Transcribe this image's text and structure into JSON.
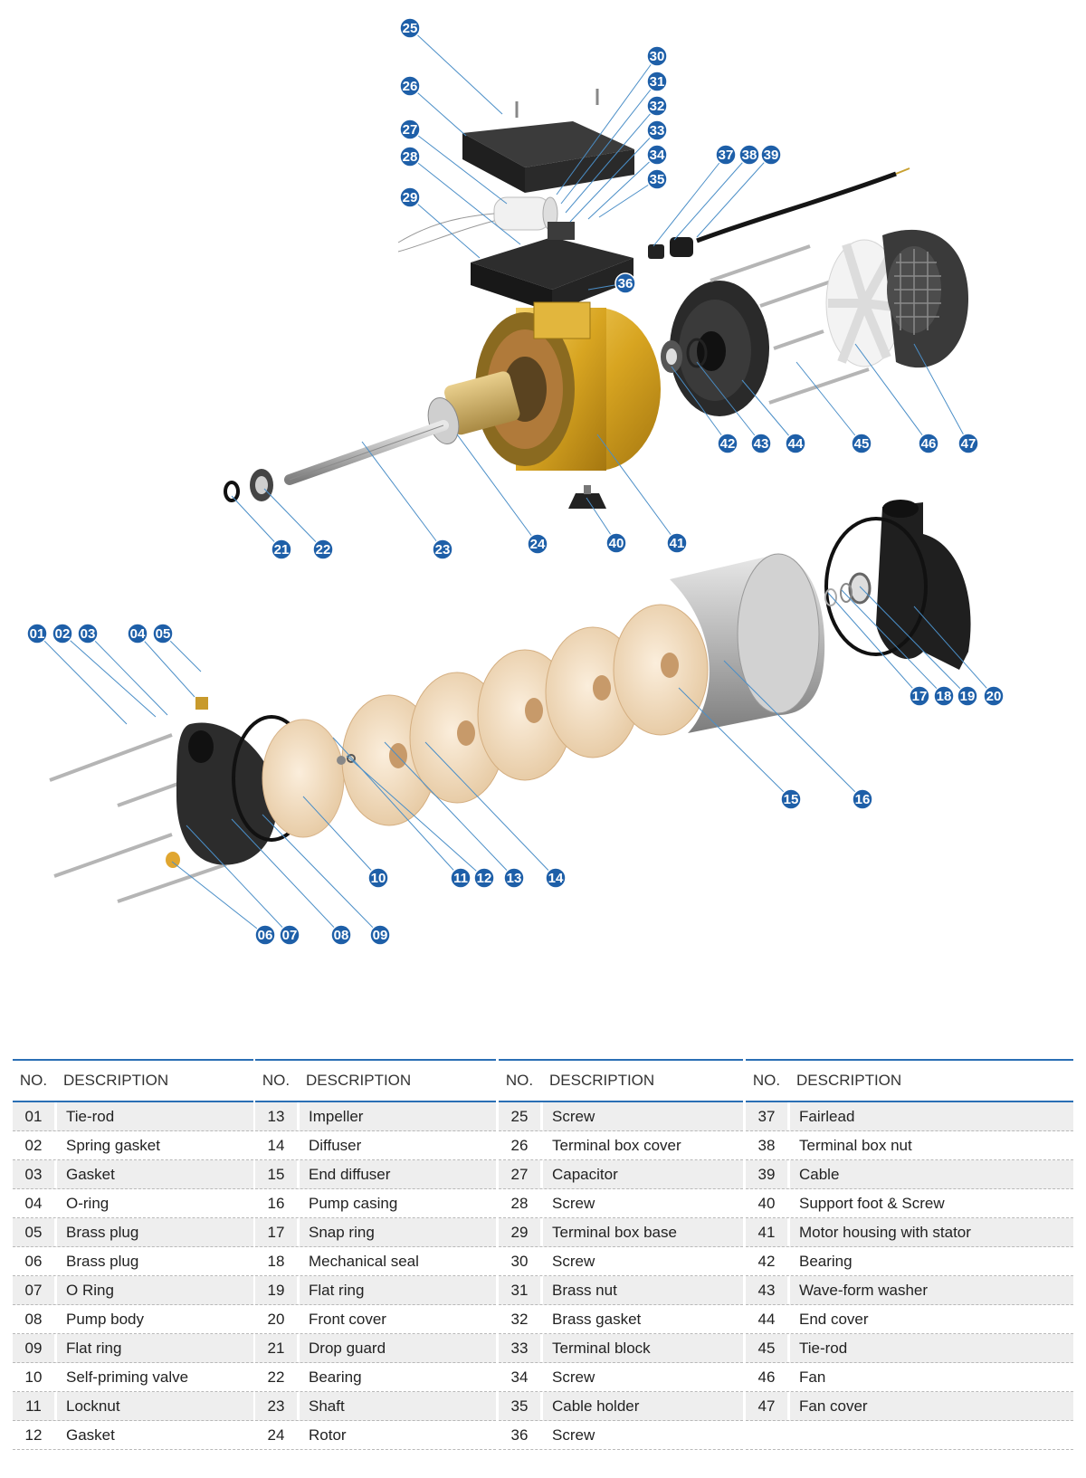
{
  "table": {
    "header_no": "NO.",
    "header_description": "DESCRIPTION",
    "columns": [
      [
        {
          "no": "01",
          "desc": "Tie-rod"
        },
        {
          "no": "02",
          "desc": "Spring gasket"
        },
        {
          "no": "03",
          "desc": "Gasket"
        },
        {
          "no": "04",
          "desc": "O-ring"
        },
        {
          "no": "05",
          "desc": "Brass plug"
        },
        {
          "no": "06",
          "desc": "Brass plug"
        },
        {
          "no": "07",
          "desc": "O Ring"
        },
        {
          "no": "08",
          "desc": "Pump body"
        },
        {
          "no": "09",
          "desc": "Flat ring"
        },
        {
          "no": "10",
          "desc": "Self-priming valve"
        },
        {
          "no": "11",
          "desc": "Locknut"
        },
        {
          "no": "12",
          "desc": "Gasket"
        }
      ],
      [
        {
          "no": "13",
          "desc": "Impeller"
        },
        {
          "no": "14",
          "desc": "Diffuser"
        },
        {
          "no": "15",
          "desc": "End diffuser"
        },
        {
          "no": "16",
          "desc": "Pump casing"
        },
        {
          "no": "17",
          "desc": "Snap ring"
        },
        {
          "no": "18",
          "desc": "Mechanical seal"
        },
        {
          "no": "19",
          "desc": "Flat ring"
        },
        {
          "no": "20",
          "desc": "Front cover"
        },
        {
          "no": "21",
          "desc": "Drop guard"
        },
        {
          "no": "22",
          "desc": "Bearing"
        },
        {
          "no": "23",
          "desc": "Shaft"
        },
        {
          "no": "24",
          "desc": "Rotor"
        }
      ],
      [
        {
          "no": "25",
          "desc": "Screw"
        },
        {
          "no": "26",
          "desc": "Terminal box cover"
        },
        {
          "no": "27",
          "desc": "Capacitor"
        },
        {
          "no": "28",
          "desc": "Screw"
        },
        {
          "no": "29",
          "desc": "Terminal box base"
        },
        {
          "no": "30",
          "desc": "Screw"
        },
        {
          "no": "31",
          "desc": "Brass nut"
        },
        {
          "no": "32",
          "desc": "Brass gasket"
        },
        {
          "no": "33",
          "desc": "Terminal block"
        },
        {
          "no": "34",
          "desc": "Screw"
        },
        {
          "no": "35",
          "desc": "Cable holder"
        },
        {
          "no": "36",
          "desc": "Screw"
        }
      ],
      [
        {
          "no": "37",
          "desc": "Fairlead"
        },
        {
          "no": "38",
          "desc": "Terminal box nut"
        },
        {
          "no": "39",
          "desc": "Cable"
        },
        {
          "no": "40",
          "desc": "Support foot & Screw"
        },
        {
          "no": "41",
          "desc": "Motor housing with stator"
        },
        {
          "no": "42",
          "desc": "Bearing"
        },
        {
          "no": "43",
          "desc": "Wave-form washer"
        },
        {
          "no": "44",
          "desc": "End cover"
        },
        {
          "no": "45",
          "desc": "Tie-rod"
        },
        {
          "no": "46",
          "desc": "Fan"
        },
        {
          "no": "47",
          "desc": "Fan cover"
        },
        {
          "no": "",
          "desc": ""
        }
      ]
    ]
  },
  "callouts": [
    "01",
    "02",
    "03",
    "04",
    "05",
    "06",
    "07",
    "08",
    "09",
    "10",
    "11",
    "12",
    "13",
    "14",
    "15",
    "16",
    "17",
    "18",
    "19",
    "20",
    "21",
    "22",
    "23",
    "24",
    "25",
    "26",
    "27",
    "28",
    "29",
    "30",
    "31",
    "32",
    "33",
    "34",
    "35",
    "36",
    "37",
    "38",
    "39",
    "40",
    "41",
    "42",
    "43",
    "44",
    "45",
    "46",
    "47"
  ],
  "colors": {
    "accent": "#1e5fa8",
    "leader": "#4a8ec7",
    "row_alt": "#eeeeee",
    "rule": "#2a6fb5"
  }
}
